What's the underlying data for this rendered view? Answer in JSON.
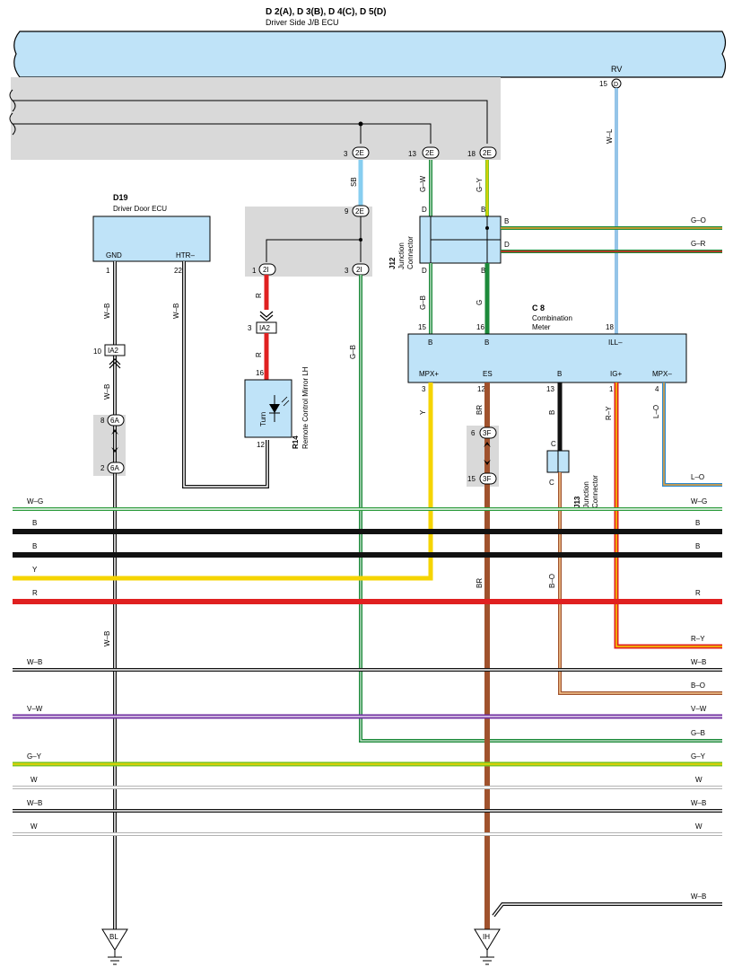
{
  "header": {
    "connectors": "D 2(A), D 3(B), D 4(C), D 5(D)",
    "title": "Driver Side J/B ECU",
    "rv_label": "RV",
    "rv_pin": "15",
    "rv_conn": "D"
  },
  "jb_pins": [
    {
      "num": "3",
      "conn": "2E"
    },
    {
      "num": "13",
      "conn": "2E"
    },
    {
      "num": "18",
      "conn": "2E"
    }
  ],
  "d19": {
    "id": "D19",
    "name": "Driver Door ECU",
    "gnd": "GND",
    "htr": "HTR–",
    "pin_gnd": "1",
    "pin_htr": "22"
  },
  "r14": {
    "id": "R14",
    "name": "Remote Control Mirror LH",
    "turn": "Turn",
    "pin_top": "16",
    "pin_bottom": "12"
  },
  "j12": {
    "id": "J12",
    "name1": "Junction",
    "name2": "Connector",
    "b_top": "B",
    "d_top": "D",
    "b_right": "B",
    "d_right": "D",
    "d_bottom": "D",
    "b_bottom": "B"
  },
  "j13": {
    "id": "J13",
    "name1": "Junction",
    "name2": "Connector",
    "c_top": "C",
    "c_bottom": "C"
  },
  "c8": {
    "id": "C 8",
    "name1": "Combination",
    "name2": "Meter",
    "pin_b1": "B",
    "pin_b2": "B",
    "pin_ill": "ILL–",
    "mpx_plus": "MPX+",
    "es": "ES",
    "b": "B",
    "ig": "IG+",
    "mpx_minus": "MPX–",
    "n15": "15",
    "n16": "16",
    "n18": "18",
    "n3": "3",
    "n12": "12",
    "n13": "13",
    "n1": "1",
    "n4": "4"
  },
  "connectors": {
    "c9": "9",
    "c2E": "2E",
    "c1": "1",
    "c2I": "2I",
    "c3": "3",
    "ia2_left": "IA2",
    "ia2_mid": "IA2",
    "ia2_left_num": "10",
    "ia2_mid_num": "3",
    "c6A_top_num": "8",
    "c6A": "6A",
    "c6A_bot_num": "2",
    "c3F_top_num": "6",
    "c3F": "3F",
    "c3F_bot_num": "15"
  },
  "wires": {
    "sb": "SB",
    "gw": "G–W",
    "gy": "G–Y",
    "wl": "W–L",
    "r1": "R",
    "r2": "R",
    "wb1": "W–B",
    "wb2": "W–B",
    "wb3": "W–B",
    "wb4": "W–B",
    "gb1": "G–B",
    "gb2": "G–B",
    "g": "G",
    "y": "Y",
    "br1": "BR",
    "br2": "BR",
    "b": "B",
    "bo": "B–O",
    "ry": "R–Y",
    "lo": "L–O",
    "go": "G–O",
    "gr": "G–R"
  },
  "bus": [
    {
      "left": "W–G",
      "right": "W–G",
      "color": "#2a9a3a"
    },
    {
      "left": "B",
      "right": "B",
      "color": "#111111"
    },
    {
      "left": "B",
      "right": "B",
      "color": "#111111"
    },
    {
      "left": "Y",
      "right": "",
      "color": "#f5d400"
    },
    {
      "left": "R",
      "right": "R",
      "color": "#e02020"
    },
    {
      "left": "",
      "right": "R–Y",
      "color": "#e02020"
    },
    {
      "left": "W–B",
      "right": "W–B",
      "color": "#111111"
    },
    {
      "left": "",
      "right": "B–O",
      "color": "#e8a040"
    },
    {
      "left": "V–W",
      "right": "V–W",
      "color": "#7030a0"
    },
    {
      "left": "",
      "right": "G–B",
      "color": "#1c8a3a"
    },
    {
      "left": "G–Y",
      "right": "G–Y",
      "color": "#7cc520"
    },
    {
      "left": "W",
      "right": "W",
      "color": "#999999"
    },
    {
      "left": "W–B",
      "right": "W–B",
      "color": "#111111"
    },
    {
      "left": "W",
      "right": "W",
      "color": "#999999"
    },
    {
      "left": "",
      "right": "W–B",
      "color": "#111111"
    },
    {
      "left": "",
      "right": "L–O",
      "color": "#2a8ad0"
    }
  ],
  "grounds": {
    "bl": "BL",
    "ih": "IH"
  }
}
